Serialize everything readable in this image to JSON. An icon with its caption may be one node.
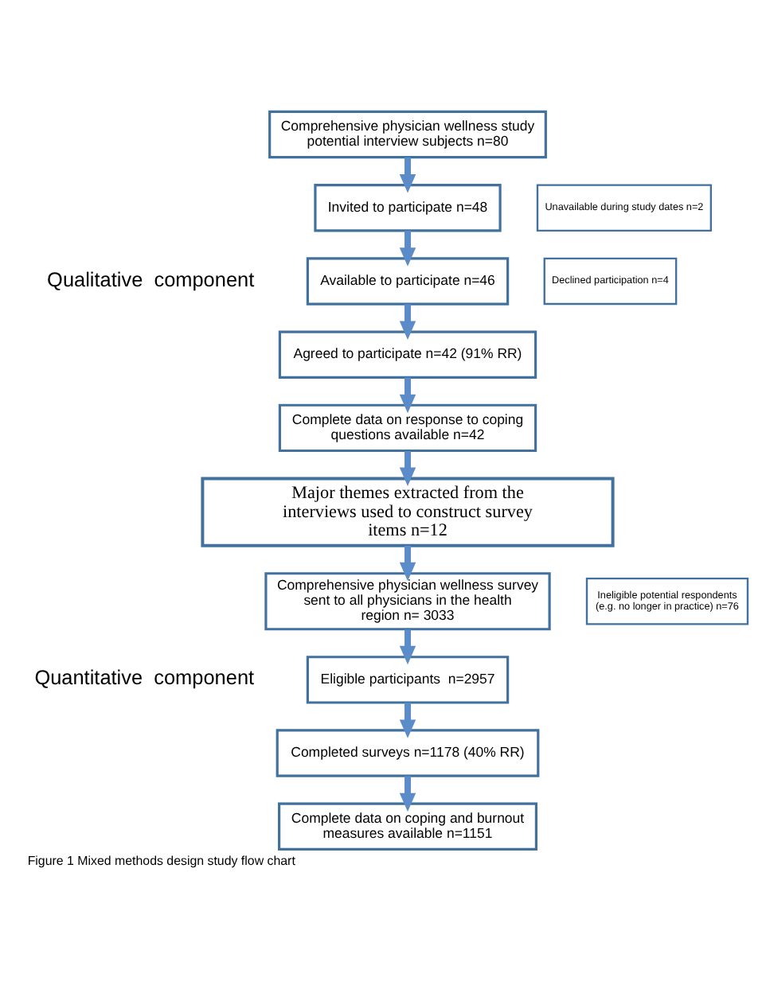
{
  "diagram": {
    "caption": "Figure 1 Mixed methods design study flow chart",
    "nodes": [
      {
        "text": [
          "Comprehensive physician wellness study potential interview subjects n=80"
        ]
      },
      {
        "text": [
          "Invited to participate n=48"
        ]
      },
      {
        "text": [
          "Available to participate n=46"
        ]
      },
      {
        "text": [
          "Agreed to participate n=42 (91% RR)"
        ]
      },
      {
        "text": [
          "Complete data on response to coping questions available n=42"
        ]
      },
      {
        "text": [
          "Major themes extracted from the interviews used to construct survey items n=12"
        ]
      },
      {
        "text": [
          "Comprehensive physician wellness survey sent to all physicians in the health region n= 3033"
        ]
      },
      {
        "text": [
          "Eligible participants  n=2957"
        ]
      },
      {
        "text": [
          "Completed surveys n=1178 (40% RR)"
        ]
      },
      {
        "text": [
          "Complete data on coping and burnout measures available n=1151"
        ]
      },
      {
        "text": [
          "Unavailable during study dates n=2"
        ]
      },
      {
        "text": [
          "Declined participation n=4"
        ]
      },
      {
        "text": [
          "Ineligible potential respondents (e.g. no longer in practice) n=76"
        ]
      }
    ],
    "edges": [
      {
        "from": 0,
        "to": 1,
        "arrow": "to"
      },
      {
        "from": 1,
        "to": 2,
        "arrow": "to"
      },
      {
        "from": 2,
        "to": 3,
        "arrow": "to"
      },
      {
        "from": 3,
        "to": 4,
        "arrow": "to"
      },
      {
        "from": 4,
        "to": 5,
        "arrow": "to"
      },
      {
        "from": 5,
        "to": 6,
        "arrow": "to"
      },
      {
        "from": 6,
        "to": 7,
        "arrow": "to"
      },
      {
        "from": 7,
        "to": 8,
        "arrow": "to"
      },
      {
        "from": 8,
        "to": 9,
        "arrow": "to"
      }
    ],
    "labels": [
      "Qualitative  component",
      "Quantitative  component"
    ]
  }
}
